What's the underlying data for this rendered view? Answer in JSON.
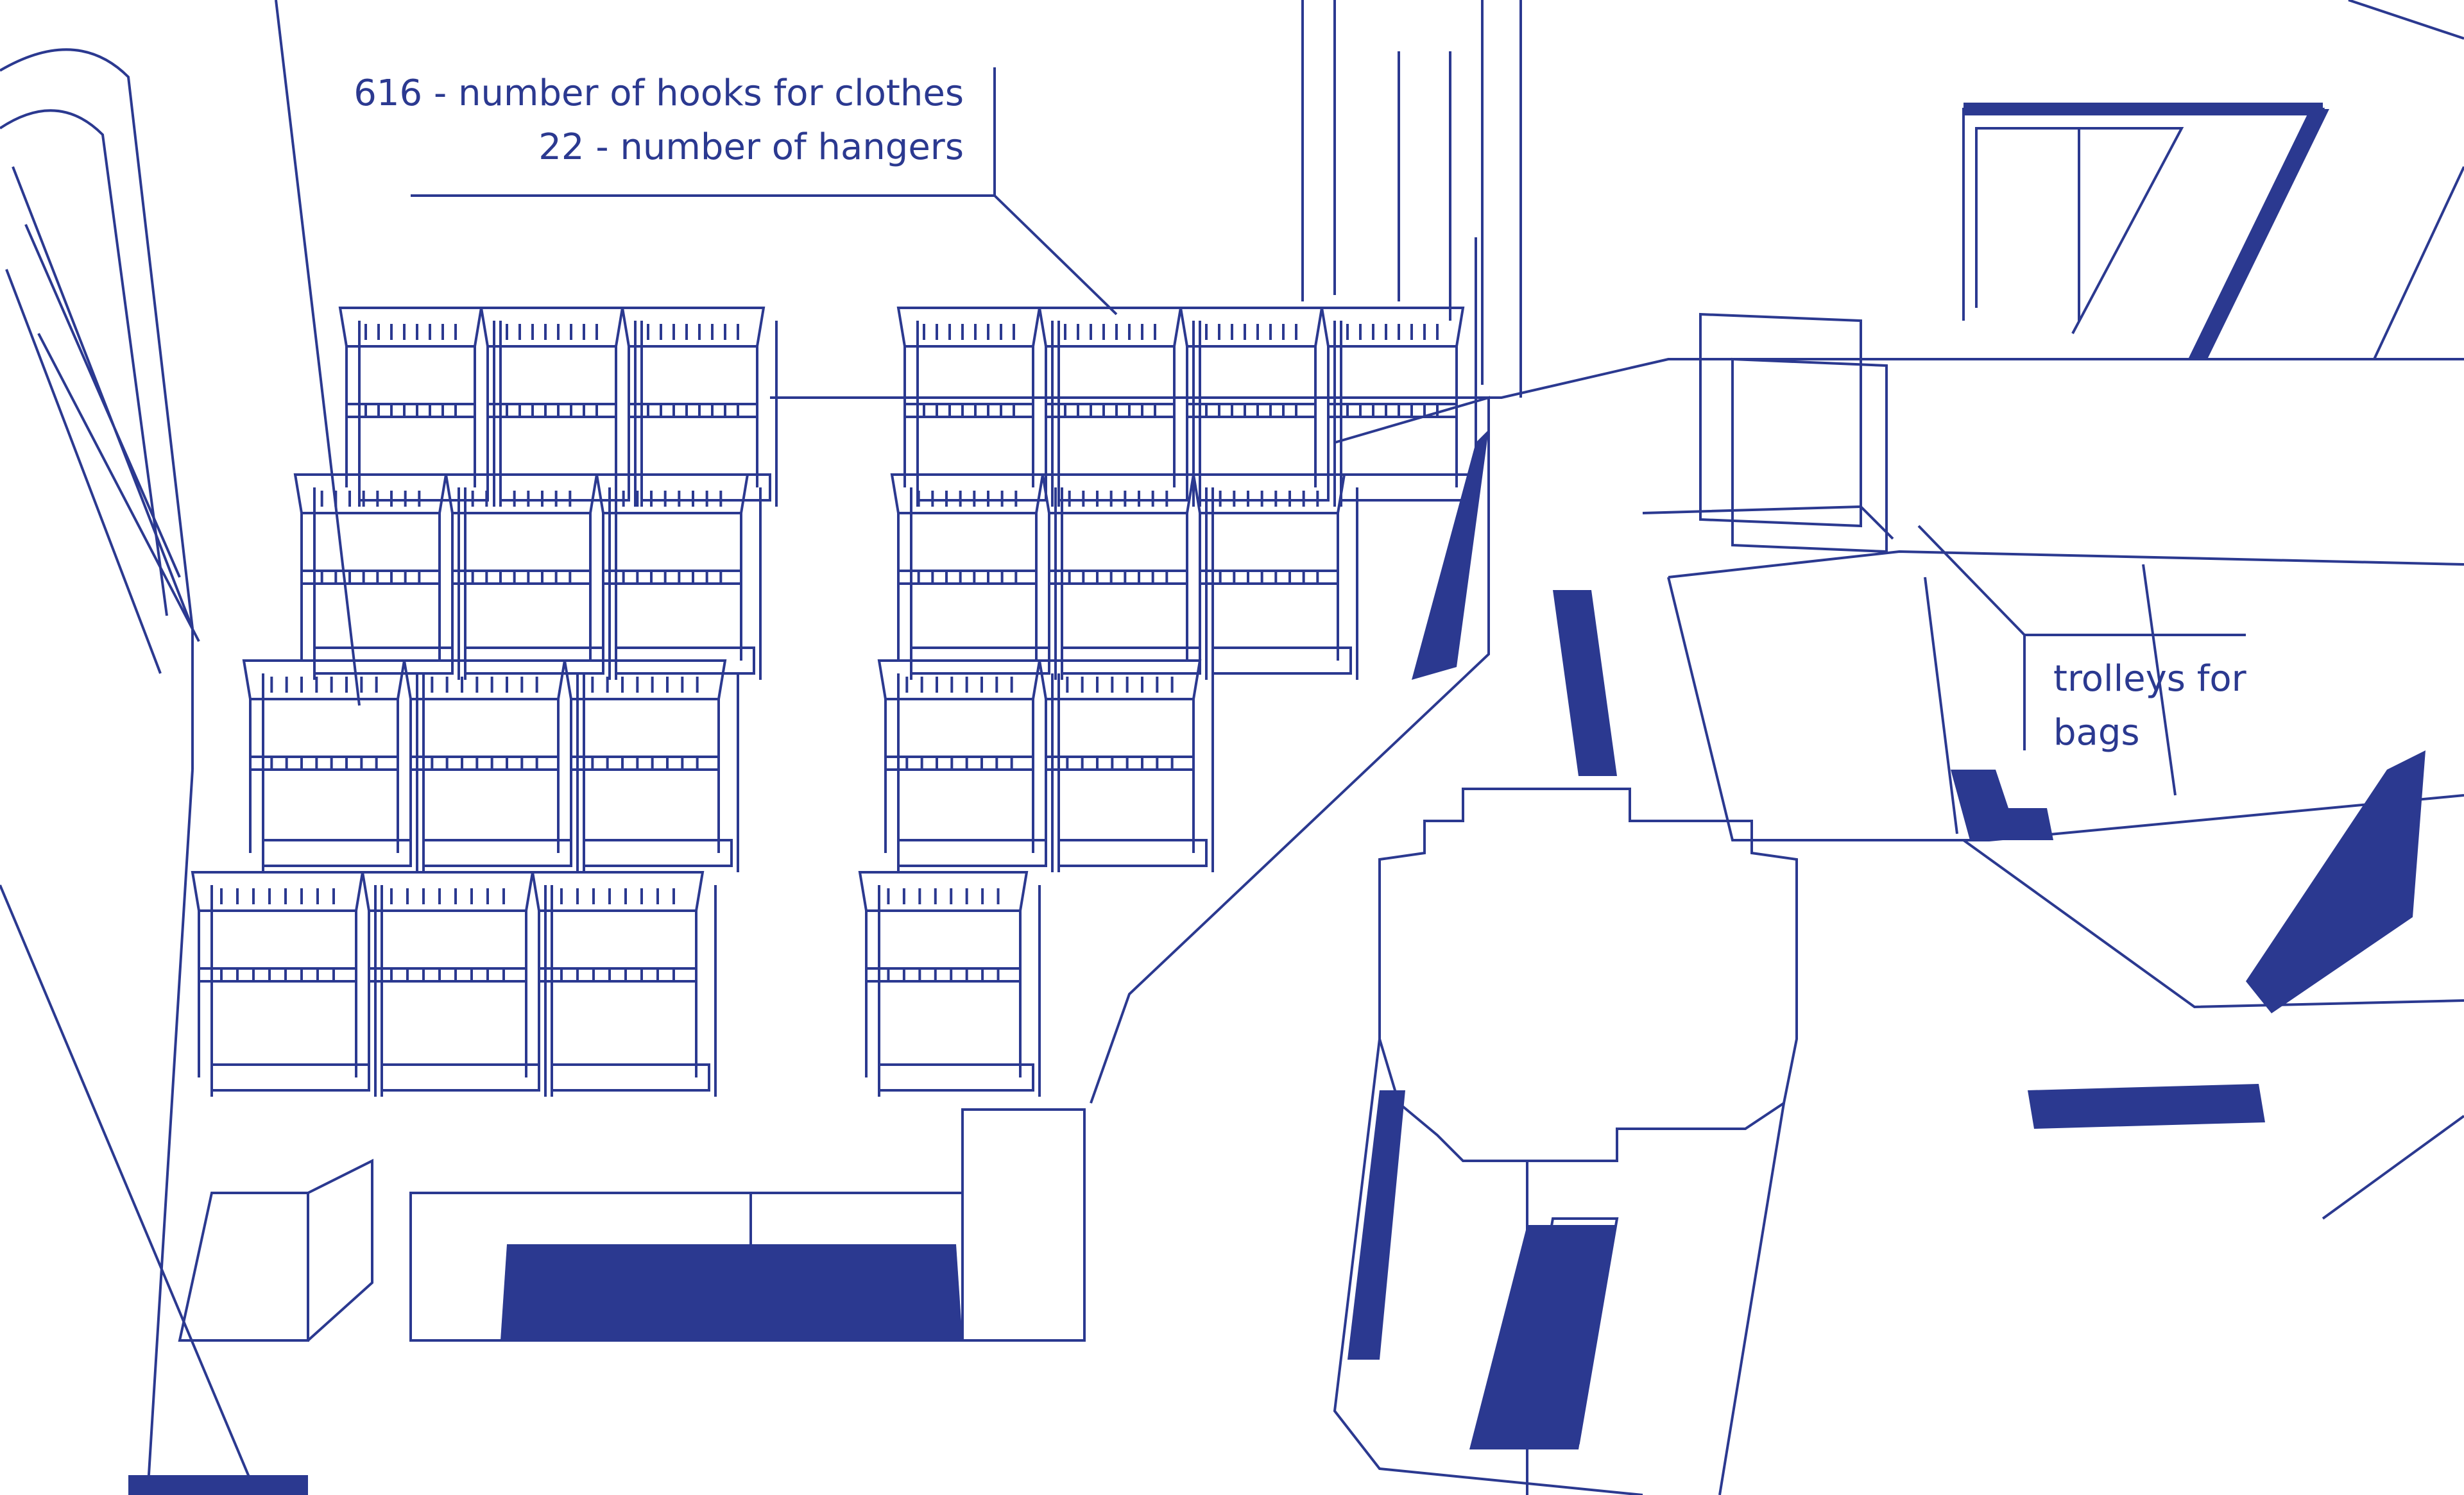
{
  "colors": {
    "line": "#2b3990",
    "fill": "#2b3990",
    "background": "#ffffff"
  },
  "annotations": {
    "hooks_line_1": "616 - number of hooks for clothes",
    "hooks_line_2": "22 - number of hangers",
    "trolleys_line_1": "trolleys for",
    "trolleys_line_2": "bags"
  }
}
